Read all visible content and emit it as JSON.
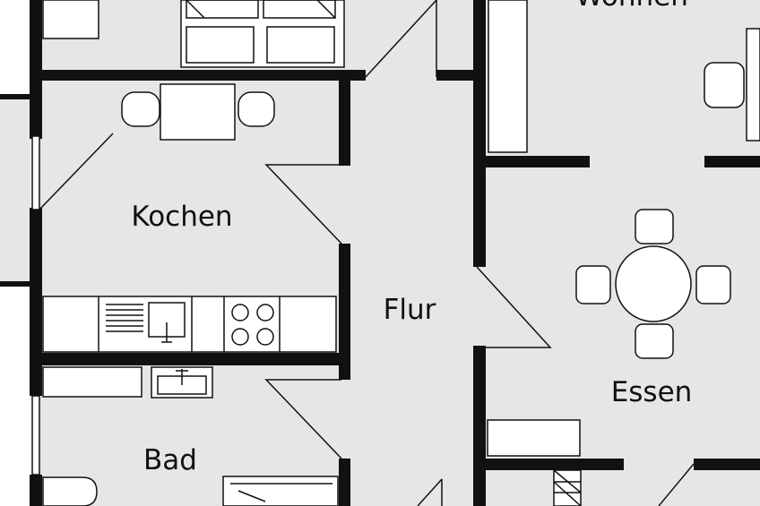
{
  "rooms": {
    "wohnen": "Wohnen",
    "kochen": "Kochen",
    "flur": "Flur",
    "essen": "Essen",
    "bad": "Bad"
  },
  "colors": {
    "wall": "#111111",
    "floor": "#e6e6e6",
    "furniture": "#ffffff"
  }
}
